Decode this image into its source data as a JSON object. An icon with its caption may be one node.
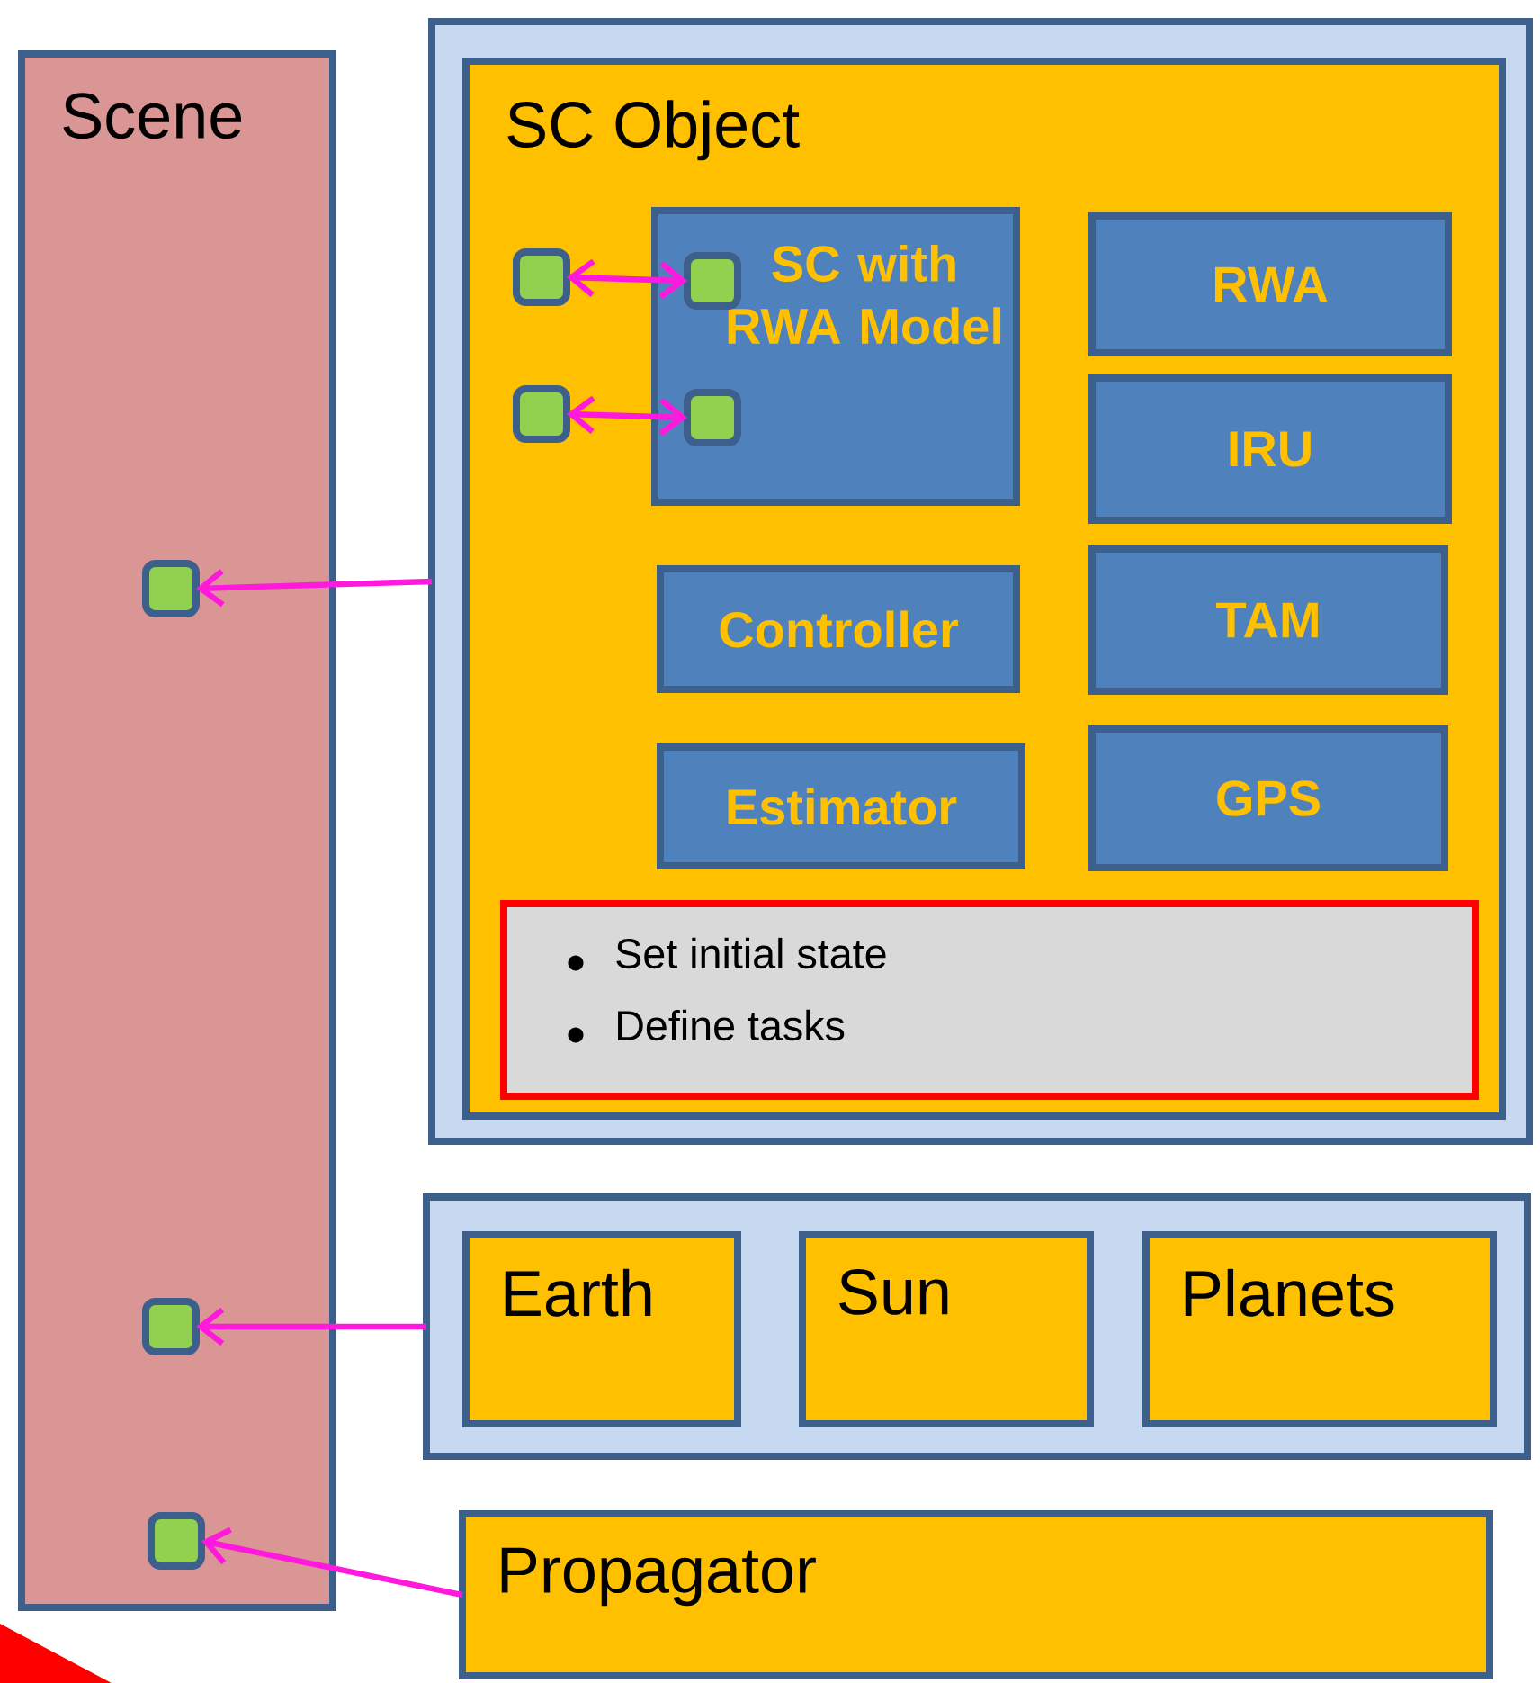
{
  "diagram": {
    "nodes": [
      {
        "text": [
          "Scene"
        ]
      },
      {
        "text": [],
        "shape": "box",
        "in": 0
      },
      {
        "text": [],
        "shape": "box",
        "in": 0
      },
      {
        "text": [],
        "shape": "box",
        "in": 0
      },
      {
        "text": [],
        "shape": "box"
      },
      {
        "text": [
          "SC Object"
        ],
        "in": 4
      },
      {
        "text": [],
        "shape": "box",
        "in": 5
      },
      {
        "text": [],
        "shape": "box",
        "in": 5
      },
      {
        "text": [
          "SC with RWA Model"
        ],
        "in": 5
      },
      {
        "text": [],
        "shape": "box",
        "in": 8
      },
      {
        "text": [],
        "shape": "box",
        "in": 8
      },
      {
        "text": [
          "RWA"
        ],
        "in": 5
      },
      {
        "text": [
          "IRU"
        ],
        "in": 5
      },
      {
        "text": [
          "Controller"
        ],
        "in": 5
      },
      {
        "text": [
          "TAM"
        ],
        "in": 5
      },
      {
        "text": [
          "Estimator"
        ],
        "in": 5
      },
      {
        "text": [
          "GPS"
        ],
        "in": 5
      },
      {
        "text": [
          "Set initial state",
          "Define tasks"
        ],
        "in": 5
      },
      {
        "text": [],
        "shape": "box"
      },
      {
        "text": [
          "Earth"
        ],
        "in": 18
      },
      {
        "text": [
          "Sun"
        ],
        "in": 18
      },
      {
        "text": [
          "Planets"
        ],
        "in": 18
      },
      {
        "text": [
          "Propagator"
        ]
      }
    ],
    "edges": [
      {
        "from": 6,
        "to": 9,
        "arrow": "both"
      },
      {
        "from": 7,
        "to": 10,
        "arrow": "both"
      },
      {
        "from": 4,
        "to": 1,
        "arrow": "to"
      },
      {
        "from": 18,
        "to": 2,
        "arrow": "to"
      },
      {
        "from": 22,
        "to": 3,
        "arrow": "to"
      }
    ]
  }
}
